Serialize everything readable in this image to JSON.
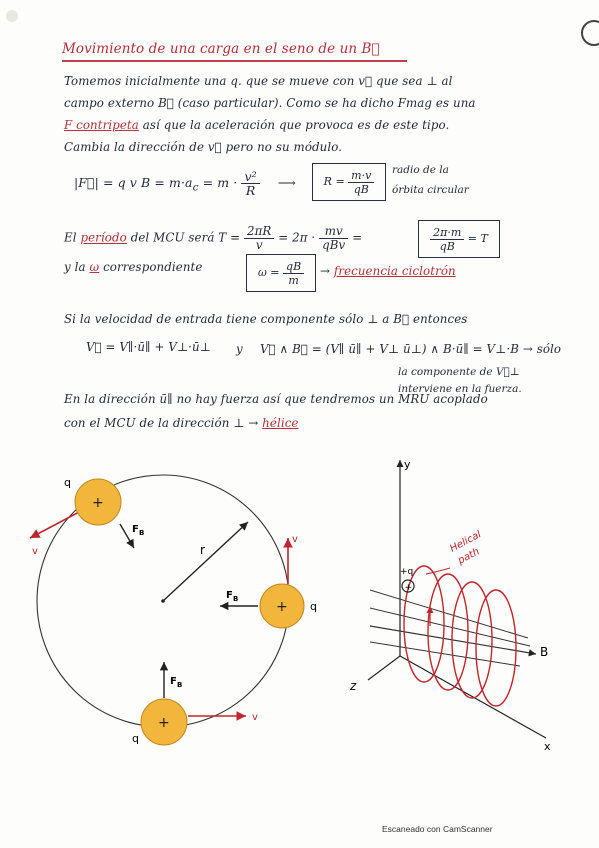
{
  "title": "Movimiento de una carga en el seno de un B⃗",
  "paragraph1": {
    "line1": "Tomemos inicialmente una q. que se mueve con v⃗ que sea ⊥ al",
    "line2": "campo externo B⃗ (caso particular). Como se ha dicho Fmag es una",
    "line3_term": "F contripeta",
    "line3_rest": " así que la aceleración que provoca es de este tipo.",
    "line4": "Cambia la dirección de v⃗ pero no su módulo."
  },
  "equation1": {
    "lhs": "|F⃗| = q v B = m·a",
    "sub": "c",
    "mid": " = m ·",
    "frac_num": "v²",
    "frac_den": "R",
    "arrow": "⟶",
    "box_lhs": "R =",
    "box_num": "m·v",
    "box_den": "qB",
    "note_line1": "radio de la",
    "note_line2": "órbita circular"
  },
  "period": {
    "prefix": "El ",
    "term": "período",
    "mid": " del MCU será  T =",
    "frac1_num": "2πR",
    "frac1_den": "v",
    "eq2": "= 2π ·",
    "frac2_num": "mv",
    "frac2_den": "qBv",
    "eq3": "=",
    "box_num": "2π·m",
    "box_den": "qB",
    "box_suffix": "= T"
  },
  "omega": {
    "prefix": "y la ",
    "term": "ω",
    "mid": " correspondiente",
    "box_lhs": "ω =",
    "box_num": "qB",
    "box_den": "m",
    "arrow": "→",
    "label": "frecuencia ciclotrón"
  },
  "velocity": {
    "line1": "Si la velocidad de entrada tiene componente sólo ⊥ a B⃗ entonces",
    "eq1": "V⃗ = V∥·ū∥ + V⊥·ū⊥",
    "connector": "y",
    "eq2": "V⃗ ∧ B⃗ = (V∥ ū∥ + V⊥ ū⊥) ∧ B·ū∥ = V⊥·B",
    "eq2_suffix": "→ sólo",
    "note_line1": "la componente de V⃗⊥",
    "note_line2": "interviene en la fuerza."
  },
  "direction": {
    "line1": "En la dirección ū∥ no hay fuerza así que tendremos un MRU acoplado",
    "line2": "con el MCU de la dirección ⊥ →",
    "term": "hélice"
  },
  "diagram_circle": {
    "charge_label": "q",
    "velocity_label": "v",
    "force_label": "F",
    "force_sub": "B",
    "radius_label": "r",
    "plus_sign": "+"
  },
  "diagram_helix": {
    "y_axis": "y",
    "z_axis": "z",
    "x_axis": "x",
    "field_label": "B",
    "charge_label": "+q",
    "helical_line1": "Helical",
    "helical_line2": "path"
  },
  "footer": "Escaneado con CamScanner",
  "colors": {
    "ink": "#232a3a",
    "red_ink": "#b5303a",
    "charge_fill": "#f2b63c",
    "charge_stroke": "#c4861e"
  }
}
